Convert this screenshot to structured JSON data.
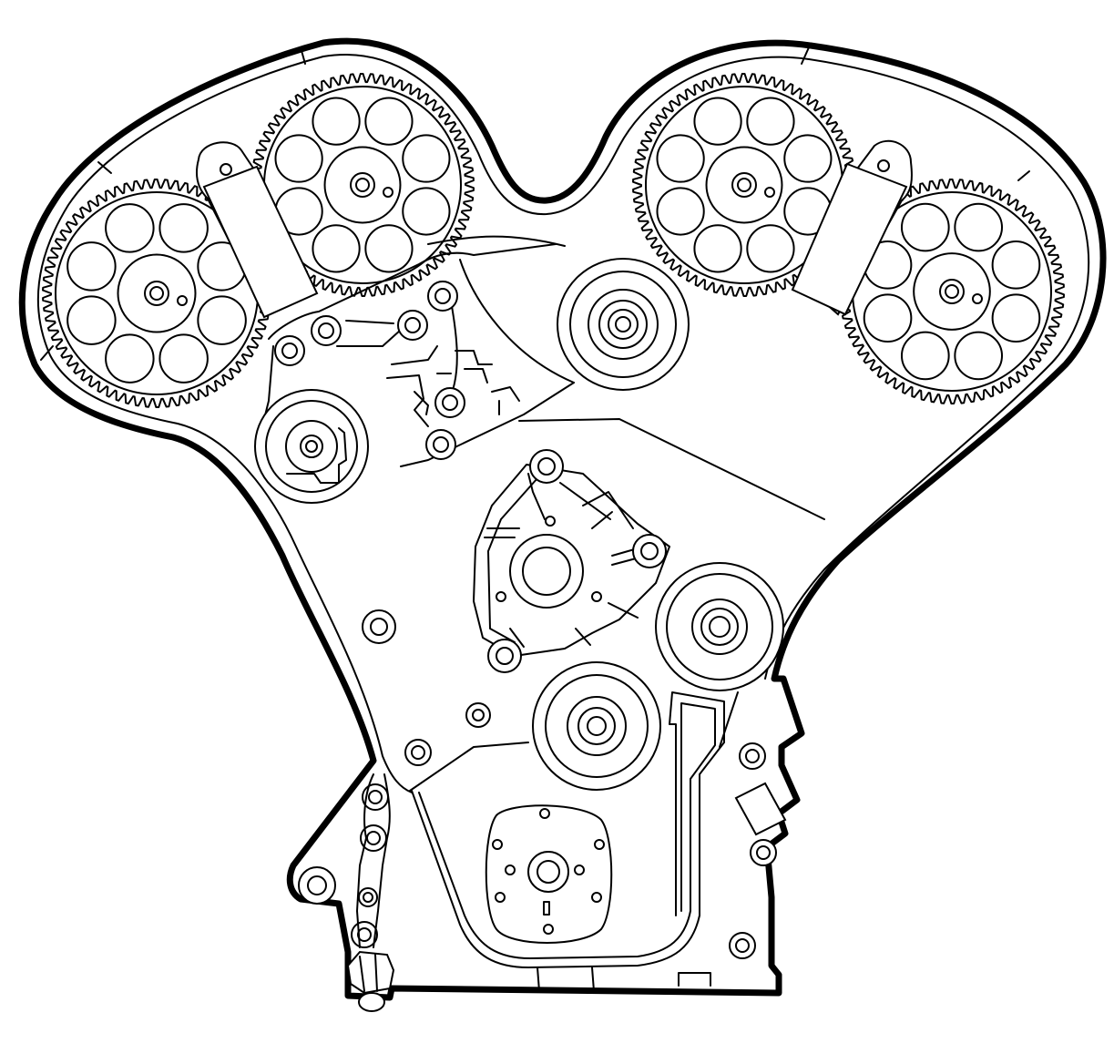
{
  "diagram": {
    "subject": "engine-front-timing-belt-cover",
    "line_color": "#000000",
    "background": "#ffffff",
    "sprockets": [
      {
        "name": "left-outer-camshaft-sprocket"
      },
      {
        "name": "left-inner-camshaft-sprocket"
      },
      {
        "name": "right-inner-camshaft-sprocket"
      },
      {
        "name": "right-outer-camshaft-sprocket"
      }
    ],
    "idlers": [
      "upper-center-idler-pulley",
      "left-tensioner-pulley",
      "lower-right-idler-pulley",
      "lower-center-idler-pulley"
    ],
    "labels": []
  }
}
